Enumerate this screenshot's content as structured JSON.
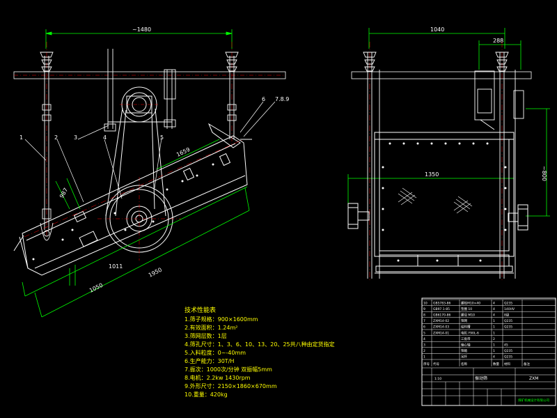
{
  "colors": {
    "background": "#000000",
    "outline": "#ffffff",
    "dimension": "#00ff00",
    "centerline": "#ff0000",
    "notes": "#ffff00",
    "frame": "#ffffff"
  },
  "side_view": {
    "dim_top": "~1480",
    "dim_slope_upper": "1659",
    "dim_left_slope": "987",
    "dim_bottom_inner": "1050",
    "dim_bottom_outer": "1950",
    "dim_small": "1011",
    "part_labels": [
      "1",
      "2",
      "3",
      "4",
      "5",
      "6",
      "7.8.9"
    ]
  },
  "end_view": {
    "dim_top": "1040",
    "dim_small": "288",
    "dim_width": "1350",
    "dim_height": "~800"
  },
  "tech": {
    "title": "技术性能表",
    "lines": [
      "1.筛子规格：900×1600mm",
      "2.有效面积：1.24m²",
      "3.筛网层数：1层",
      "4.筛孔尺寸：1、3、6、10、13、20、25共八种由定货指定",
      "5.入料粒度：0~-40mm",
      "6.生产能力：30T/H",
      "7.振次：1000次/分钟  双振幅5mm",
      "8.电机：2.2kw  1430rpm",
      "9.外形尺寸：2150×1860×670mm",
      "10.重量：420kg"
    ]
  },
  "title_block": {
    "parts_rows": [
      [
        "10",
        "GB5783-86",
        "螺栓M10×40",
        "4",
        "Q235",
        ""
      ],
      [
        "9",
        "GB97.1-85",
        "垫圈 10",
        "4",
        "140HV",
        ""
      ],
      [
        "8",
        "GB6170-86",
        "螺母 M10",
        "4",
        "8级",
        ""
      ],
      [
        "7",
        "ZXM14-02",
        "筛网",
        "1",
        "Q235",
        ""
      ],
      [
        "6",
        "ZXM14-03",
        "给料槽",
        "1",
        "Q235",
        ""
      ],
      [
        "5",
        "ZXM14-01",
        "电机 Y90L-6",
        "1",
        "",
        ""
      ],
      [
        "4",
        "",
        "三角带",
        "2",
        "",
        ""
      ],
      [
        "3",
        "",
        "偏心轴",
        "1",
        "45",
        ""
      ],
      [
        "2",
        "",
        "筛箱",
        "1",
        "Q235",
        ""
      ],
      [
        "1",
        "",
        "吊杆",
        "4",
        "Q235",
        ""
      ]
    ],
    "header": [
      "序号",
      "代号",
      "名称",
      "数量",
      "材料",
      "备注"
    ],
    "drawing_name": "振动筛",
    "drawing_no": "ZXM",
    "scale": "1:10",
    "company": "煤矿机械设计有限公司"
  }
}
